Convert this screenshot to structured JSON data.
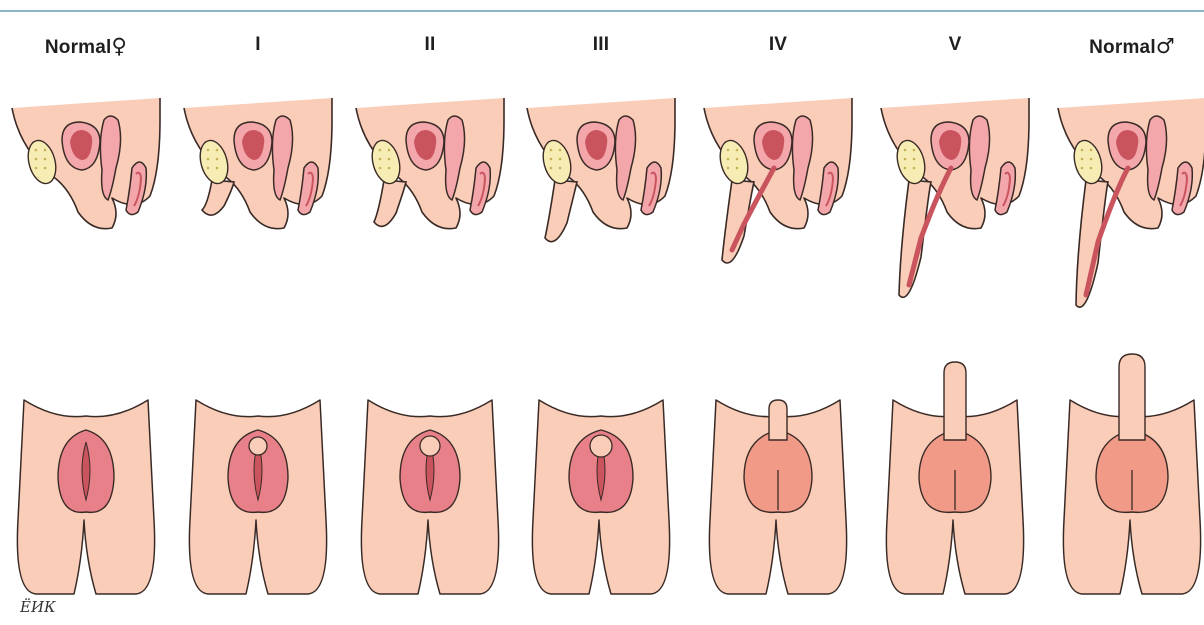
{
  "stages": [
    {
      "key": "normal-female",
      "label": "Normal",
      "symbol": "♀"
    },
    {
      "key": "I",
      "label": "I",
      "symbol": ""
    },
    {
      "key": "II",
      "label": "II",
      "symbol": ""
    },
    {
      "key": "III",
      "label": "III",
      "symbol": ""
    },
    {
      "key": "IV",
      "label": "IV",
      "symbol": ""
    },
    {
      "key": "V",
      "label": "V",
      "symbol": ""
    },
    {
      "key": "normal-male",
      "label": "Normal",
      "symbol": "♂"
    }
  ],
  "signature": "ЁИК",
  "colors": {
    "skin": "#f9cdb8",
    "skin_outline": "#3a2a26",
    "mucosa": "#e8808a",
    "mucosa_dark": "#c9545e",
    "bladder_wall": "#f3a7ab",
    "bone": "#f7edb4",
    "rule_line": "#8eb3c6"
  }
}
